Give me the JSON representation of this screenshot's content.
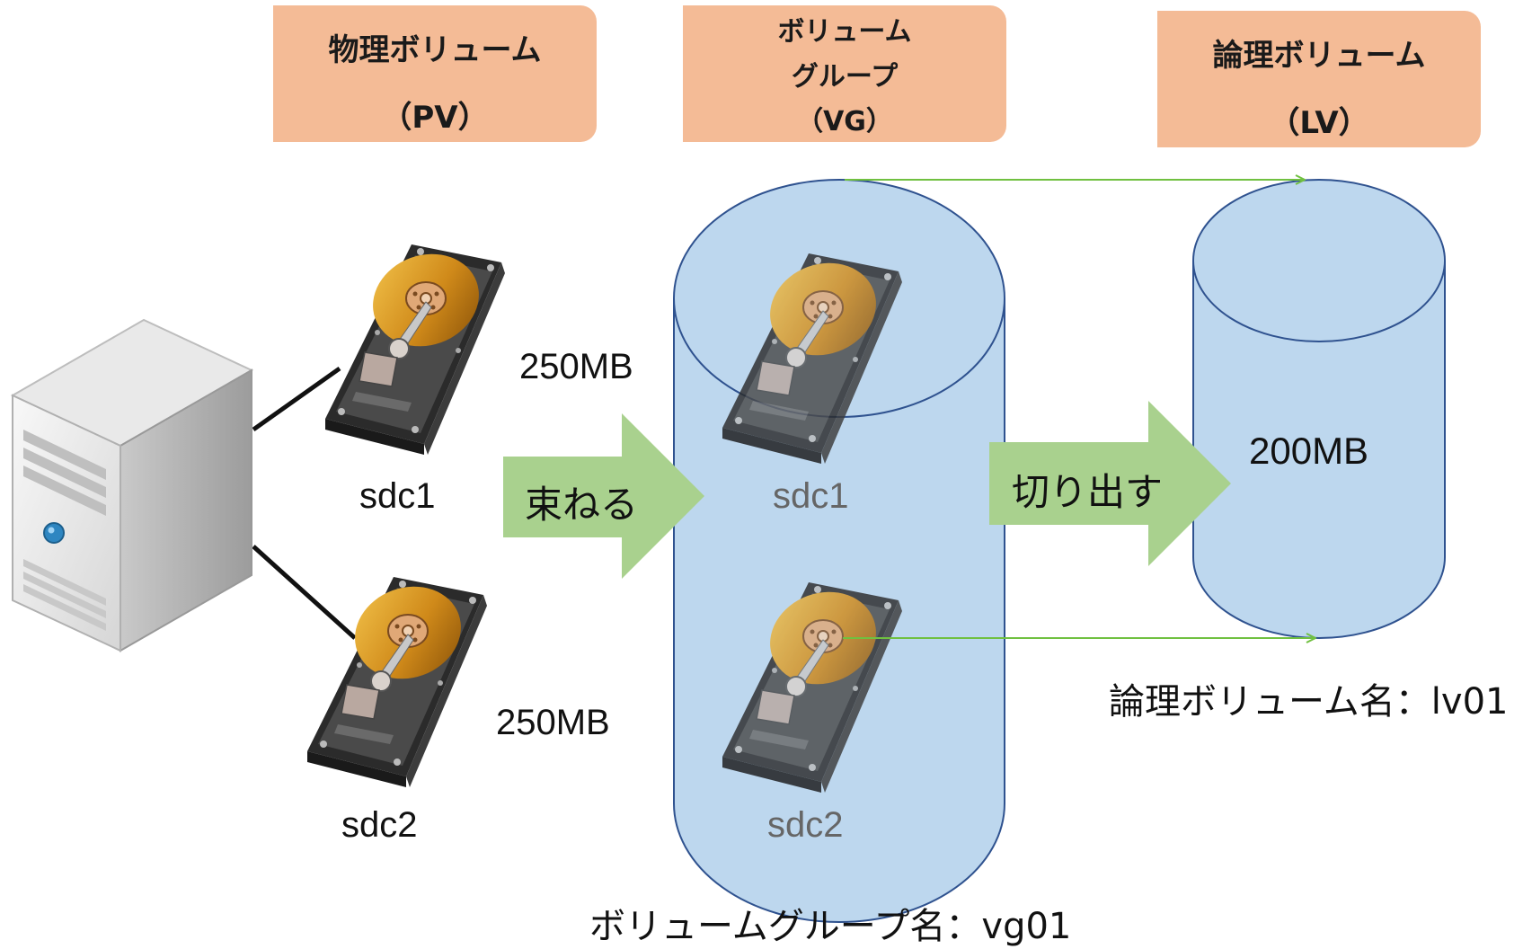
{
  "headers": {
    "pv": {
      "line1": "物理ボリューム",
      "line2": "（PV）"
    },
    "vg": {
      "line1": "ボリューム",
      "line2": "グループ",
      "line3": "（VG）"
    },
    "lv": {
      "line1": "論理ボリューム",
      "line2": "（LV）"
    }
  },
  "pv_disks": [
    {
      "name": "sdc1",
      "size": "250MB"
    },
    {
      "name": "sdc2",
      "size": "250MB"
    }
  ],
  "vg_disks": [
    "sdc1",
    "sdc2"
  ],
  "arrows": {
    "bundle": "束ねる",
    "carve": "切り出す"
  },
  "lv_size": "200MB",
  "vg_name_label": "ボリュームグループ名：vg01",
  "lv_name_label": "論理ボリューム名：lv01",
  "icons": [
    "server-icon",
    "hard-disk-icon"
  ],
  "colors": {
    "header_fill": "#f4bb96",
    "cylinder_fill": "#bdd7ee",
    "cylinder_stroke": "#2f528f",
    "arrow_fill": "#a9d18e",
    "pointer_line": "#70c040"
  }
}
